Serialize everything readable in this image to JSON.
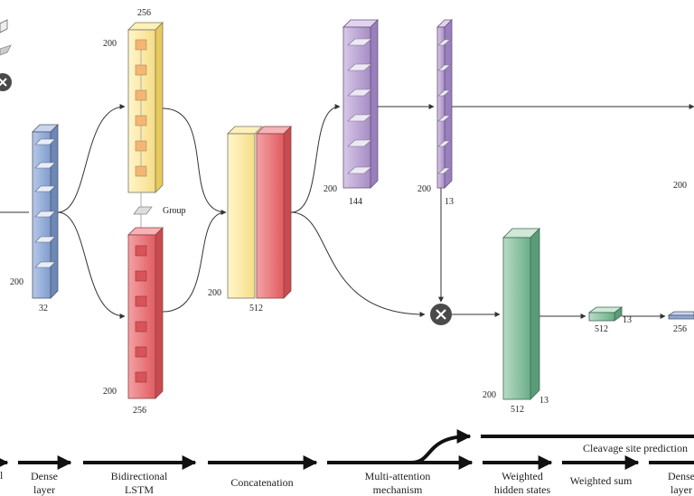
{
  "dims": {
    "dense_side": "200",
    "dense_bottom": "32",
    "lstm_top_top": "256",
    "lstm_top_side": "200",
    "lstm_bottom_side": "200",
    "lstm_bottom_bottom": "256",
    "concat_side": "200",
    "concat_bottom": "512",
    "att1_side": "200",
    "att1_bottom": "144",
    "att2_side": "200",
    "att2_bottom": "13",
    "right_side": "200",
    "green_side": "200",
    "green_bottom": "512",
    "green_right": "13",
    "small1_bottom": "512",
    "small1_right": "13",
    "small2_bottom": "256"
  },
  "group_label": "Group",
  "pipeline": {
    "stage0": "l",
    "dense": [
      "Dense",
      "layer"
    ],
    "bilstm": [
      "Bidirectional",
      "LSTM"
    ],
    "concat": "Concatenation",
    "multiatt": [
      "Multi-attention",
      "mechanism"
    ],
    "weighted_hidden": [
      "Weighted",
      "hidden states"
    ],
    "weighted_sum": "Weighted sum",
    "dense2": [
      "Dense",
      "layer"
    ],
    "cleavage": "Cleavage site prediction"
  },
  "colors": {
    "blue": "#8fa9d6",
    "yellow": "#fbe7a1",
    "red": "#e86b70",
    "purple": "#b79fd0",
    "green": "#7fbb98",
    "multiply": "#4a4a4a"
  }
}
